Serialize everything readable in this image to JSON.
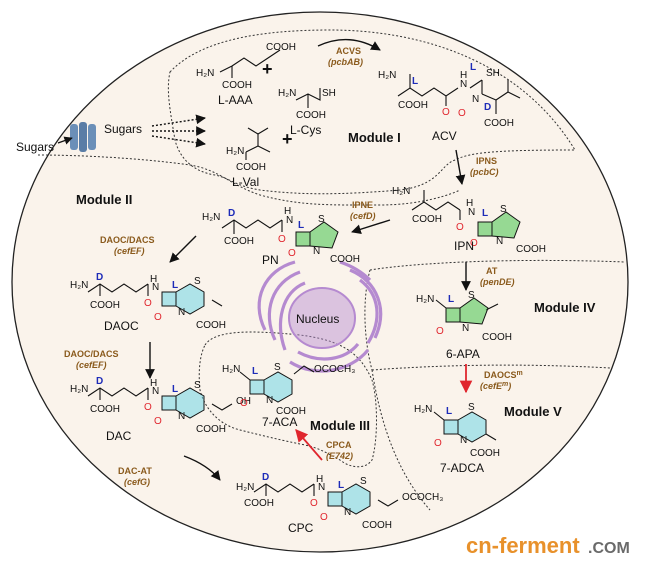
{
  "compounds": {
    "laaa": "L-AAA",
    "lcys": "L-Cys",
    "lval": "L-Val",
    "acv": "ACV",
    "ipn": "IPN",
    "pn": "PN",
    "daoc": "DAOC",
    "dac": "DAC",
    "cpc": "CPC",
    "apa": "6-APA",
    "aca": "7-ACA",
    "adca": "7-ADCA",
    "sugars_in": "Sugars",
    "sugars_out": "Sugars"
  },
  "modules": {
    "m1": "Module I",
    "m2": "Module II",
    "m3": "Module III",
    "m4": "Module IV",
    "m5": "Module V"
  },
  "enzymes": {
    "acvs": {
      "name": "ACVS",
      "gene": "(pcbAB)"
    },
    "ipns": {
      "name": "IPNS",
      "gene": "(pcbC)"
    },
    "ipne": {
      "name": "IPNE",
      "gene": "(cefD)"
    },
    "daoc_dacs_1": {
      "name": "DAOC/DACS",
      "gene": "(cefEF)"
    },
    "daoc_dacs_2": {
      "name": "DAOC/DACS",
      "gene": "(cefEF)"
    },
    "dac_at": {
      "name": "DAC-AT",
      "gene": "(cefG)"
    },
    "at": {
      "name": "AT",
      "gene": "(penDE)"
    },
    "daocs": {
      "name": "DAOCS",
      "name_sup": "m",
      "gene": "(cefE",
      "gene_sup": "m",
      "gene_end": ")"
    },
    "cpca": {
      "name": "CPCA",
      "gene": "(E742)"
    }
  },
  "chem": {
    "cooh": "COOH",
    "h2n": "H₂N",
    "h2n_b": "H₂N",
    "n": "N",
    "h": "H",
    "s": "S",
    "sh": "SH",
    "o": "O",
    "stereo_l": "L",
    "stereo_d": "D",
    "ococh3": "OCOCH₃",
    "oh": "OH",
    "plus": "+"
  },
  "nucleus": "Nucleus",
  "watermark": {
    "main": "cn-ferment",
    "suffix": ".COM"
  },
  "colors": {
    "cell_fill": "#faf3eb",
    "nucleus": "#b58ad0",
    "ring_green": "#43c24a",
    "ring_cyan": "#6fd6e6",
    "arrow_red": "#e0262e",
    "enzyme_text": "#8a5a1c",
    "stereo_blue": "#1d2bb8",
    "transporter": "#6b8fb8"
  },
  "icons": {
    "transporter": "membrane-transporter-icon"
  }
}
